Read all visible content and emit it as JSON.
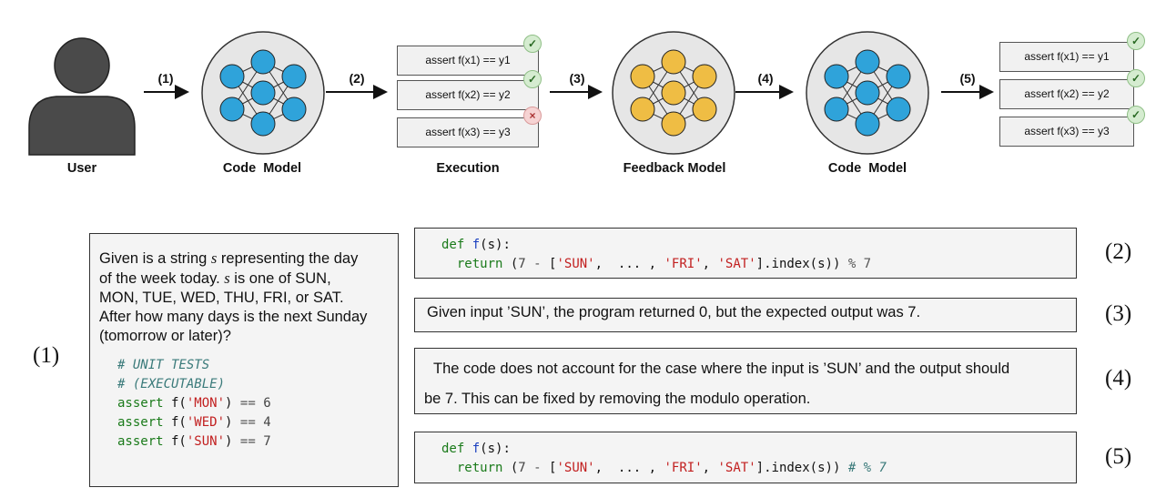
{
  "pipeline": {
    "stages": {
      "user": "User",
      "code_model_1": "Code  Model",
      "execution": "Execution",
      "feedback_model": "Feedback Model",
      "code_model_2": "Code  Model"
    },
    "steps": [
      "(1)",
      "(2)",
      "(3)",
      "(4)",
      "(5)"
    ],
    "execution_tests": [
      {
        "text": "assert f(x1) == y1",
        "status": "pass"
      },
      {
        "text": "assert f(x2) == y2",
        "status": "pass"
      },
      {
        "text": "assert f(x3) == y3",
        "status": "fail"
      }
    ],
    "final_tests": [
      {
        "text": "assert f(x1) == y1",
        "status": "pass"
      },
      {
        "text": "assert f(x2) == y2",
        "status": "pass"
      },
      {
        "text": "assert f(x3) == y3",
        "status": "pass"
      }
    ],
    "pass_mark": "✓",
    "fail_mark": "×",
    "colors": {
      "code_model_node": "#2fa3da",
      "feedback_model_node": "#efbd44",
      "user": "#4a4a4a"
    }
  },
  "problem": {
    "label": "(1)",
    "line1_pre": "Given is a string ",
    "var_s": "s",
    "line1_post": " representing the day",
    "line2": "of the week today. ",
    "line2_post": " is one of SUN,",
    "line3": "MON, TUE, WED, THU, FRI, or SAT.",
    "line4": "After how many days is the next Sunday",
    "line5": "(tomorrow or later)?",
    "comment1": "# UNIT TESTS",
    "comment2": "# (EXECUTABLE)",
    "tests": [
      {
        "kw": "assert",
        "call": " f(",
        "arg": "'MON'",
        "close": ")",
        "op": " ==",
        "val": " 6"
      },
      {
        "kw": "assert",
        "call": " f(",
        "arg": "'WED'",
        "close": ")",
        "op": " ==",
        "val": " 4"
      },
      {
        "kw": "assert",
        "call": " f(",
        "arg": "'SUN'",
        "close": ")",
        "op": " ==",
        "val": " 7"
      }
    ]
  },
  "code_initial": {
    "label": "(2)",
    "def_kw": "def",
    "fn_name": "f",
    "sig": "(s):",
    "ret_kw": "return",
    "body_a": " (",
    "n7": "7",
    "minus": " - ",
    "body_b": "[",
    "sun": "'SUN'",
    "mid": ",  ... , ",
    "fri": "'FRI'",
    "comma": ", ",
    "sat": "'SAT'",
    "body_c": "].index(s)) ",
    "mod": "% 7"
  },
  "feedback_exec": {
    "label": "(3)",
    "text": "Given input ’SUN’, the program returned 0, but the expected output was 7."
  },
  "feedback_model": {
    "label": "(4)",
    "line1": "The code does not account for the case where the input is ’SUN’ and the output should",
    "line2": "be 7. This can be fixed by removing the modulo operation."
  },
  "code_fixed": {
    "label": "(5)",
    "def_kw": "def",
    "fn_name": "f",
    "sig": "(s):",
    "ret_kw": "return",
    "body_a": " (",
    "n7": "7",
    "minus": " - ",
    "body_b": "[",
    "sun": "'SUN'",
    "mid": ",  ... , ",
    "fri": "'FRI'",
    "comma": ", ",
    "sat": "'SAT'",
    "body_c": "].index(s)) ",
    "comment": "# % 7"
  }
}
